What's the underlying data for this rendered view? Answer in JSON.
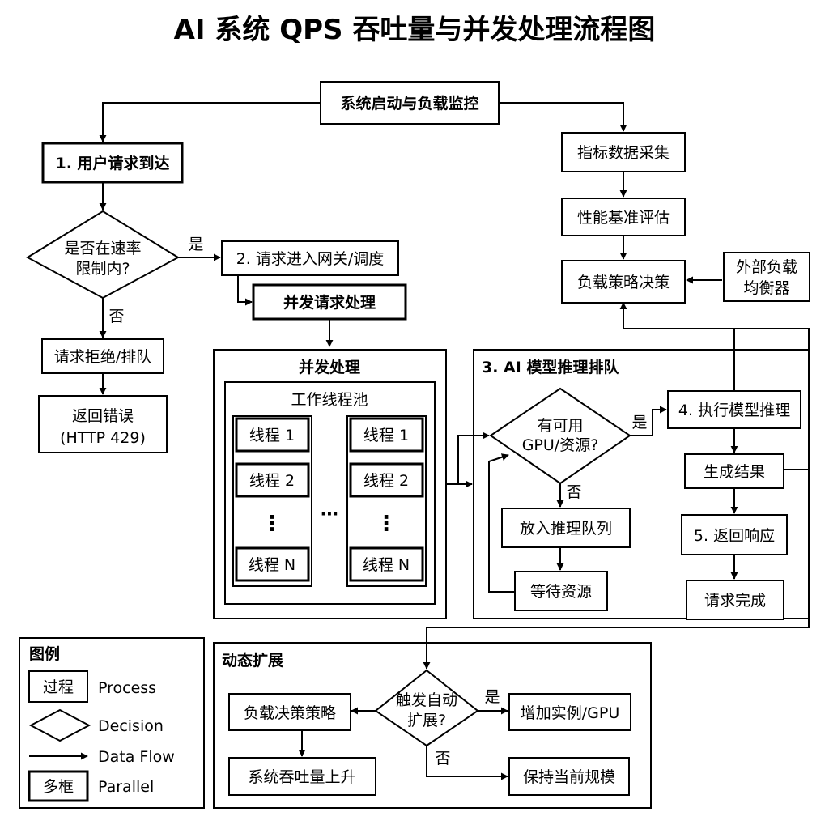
{
  "title": "AI 系统 QPS 吞吐量与并发处理流程图",
  "nodes": {
    "start": "系统启动与负载监控",
    "user_request": "1. 用户请求到达",
    "rate_limit_l1": "是否在速率",
    "rate_limit_l2": "限制内?",
    "reject": "请求拒绝/排队",
    "error_l1": "返回错误",
    "error_l2": "(HTTP 429)",
    "gateway": "2. 请求进入网关/调度",
    "concurrent_req": "并发请求处理",
    "metrics": "指标数据采集",
    "benchmark": "性能基准评估",
    "strategy": "负载策略决策",
    "ext_lb_l1": "外部负载",
    "ext_lb_l2": "均衡器",
    "gpu_l1": "有可用",
    "gpu_l2": "GPU/资源?",
    "enqueue": "放入推理队列",
    "wait": "等待资源",
    "execute": "4. 执行模型推理",
    "result": "生成结果",
    "respond": "5. 返回响应",
    "complete": "请求完成",
    "scale_l1": "触发自动",
    "scale_l2": "扩展?",
    "scale_strategy": "负载决策策略",
    "throughput_up": "系统吞吐量上升",
    "add_instance": "增加实例/GPU",
    "keep_scale": "保持当前规模"
  },
  "labels": {
    "yes": "是",
    "no": "否"
  },
  "sections": {
    "concurrent": "并发处理",
    "pool": "工作线程池",
    "thread_1": "线程 1",
    "thread_2": "线程 2",
    "thread_n": "线程 N",
    "vdots": "⋮",
    "hdots": "⋯",
    "inference": "3. AI 模型推理排队",
    "scaling": "动态扩展"
  },
  "legend": {
    "title": "图例",
    "process_box": "过程",
    "process": "Process",
    "decision": "Decision",
    "flow": "Data Flow",
    "parallel_box": "多框",
    "parallel": "Parallel"
  }
}
